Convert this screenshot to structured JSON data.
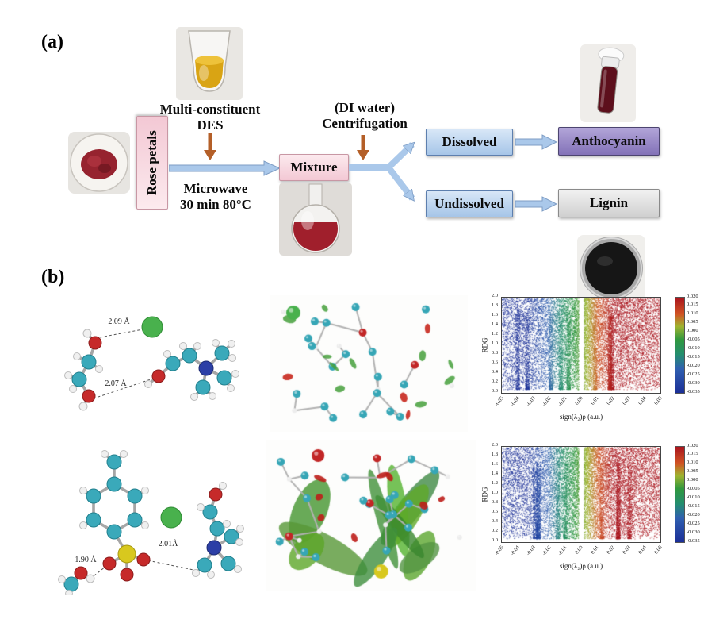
{
  "figure": {
    "panel_a_label": "(a)",
    "panel_b_label": "(b)"
  },
  "flow": {
    "rose_petals": "Rose petals",
    "des_line1": "Multi-constituent",
    "des_line2": "DES",
    "microwave_line1": "Microwave",
    "microwave_line2": "30 min 80°C",
    "mixture": "Mixture",
    "centrifuge_line1": "(DI water)",
    "centrifuge_line2": "Centrifugation",
    "dissolved": "Dissolved",
    "undissolved": "Undissolved",
    "anthocyanin": "Anthocyanin",
    "lignin": "Lignin"
  },
  "panel_b": {
    "mol_top": {
      "d1": "2.09 Å",
      "d2": "2.07 Å"
    },
    "mol_bottom": {
      "d1": "2.01Å",
      "d2": "1.90 Å"
    }
  },
  "colors": {
    "flow_arrow": "#aac8ea",
    "process_arrow": "#b45f28",
    "rose_box_pink": "#f3c8d4",
    "dissolved_box_blue": "#a6c5e8",
    "anthocyanin_box_purple": "#8372b8",
    "lignin_box_gray": "#d0d0d0",
    "carbon": "#3aa9ba",
    "oxygen": "#c62a2a",
    "nitrogen": "#2c3fa6",
    "chlorine": "#49b14d",
    "sulfur": "#d8c81e"
  },
  "chart_data": [
    {
      "type": "scatter",
      "panel": "top",
      "title": "",
      "xlabel": "sign(λ₂)ρ (a.u.)",
      "ylabel": "RDG",
      "xlim": [
        -0.05,
        0.05
      ],
      "ylim": [
        0.0,
        2.0
      ],
      "x_tick_labels": [
        "-0.05",
        "-0.04",
        "-0.03",
        "-0.02",
        "-0.01",
        "0.00",
        "0.01",
        "0.02",
        "0.03",
        "0.04",
        "0.05"
      ],
      "y_tick_labels": [
        "0.0",
        "0.2",
        "0.4",
        "0.6",
        "0.8",
        "1.0",
        "1.2",
        "1.4",
        "1.6",
        "1.8",
        "2.0"
      ],
      "colorbar": {
        "min": -0.035,
        "max": 0.02,
        "tick_labels": [
          "0.020",
          "0.015",
          "0.010",
          "0.005",
          "0.000",
          "-0.005",
          "-0.010",
          "-0.015",
          "-0.020",
          "-0.025",
          "-0.030",
          "-0.035"
        ]
      },
      "legend_position": "colorbar-right",
      "grid": false,
      "description": "NCI reduced-density-gradient scatter for choline chloride / ethylene glycol DES cluster: dense point cloud from RDG 0–2, blue points at negative sign(λ₂)ρ (attractive H-bonds), green near 0 (van der Waals), red at positive values (repulsion); narrow empty strip at ρ ≈ 0 with downward spikes at interaction densities."
    },
    {
      "type": "scatter",
      "panel": "bottom",
      "title": "",
      "xlabel": "sign(λ₂)ρ (a.u.)",
      "ylabel": "RDG",
      "xlim": [
        -0.05,
        0.05
      ],
      "ylim": [
        0.0,
        2.0
      ],
      "x_tick_labels": [
        "-0.05",
        "-0.04",
        "-0.03",
        "-0.02",
        "-0.01",
        "0.00",
        "0.01",
        "0.02",
        "0.03",
        "0.04",
        "0.05"
      ],
      "y_tick_labels": [
        "0.0",
        "0.2",
        "0.4",
        "0.6",
        "0.8",
        "1.0",
        "1.2",
        "1.4",
        "1.6",
        "1.8",
        "2.0"
      ],
      "colorbar": {
        "min": -0.035,
        "max": 0.02,
        "tick_labels": [
          "0.020",
          "0.015",
          "0.010",
          "0.005",
          "0.000",
          "-0.005",
          "-0.010",
          "-0.015",
          "-0.020",
          "-0.025",
          "-0.030",
          "-0.035"
        ]
      },
      "legend_position": "colorbar-right",
      "grid": false,
      "description": "NCI reduced-density-gradient scatter for choline p-toluenesulfonate cluster with anthocyanin: same axes and color mapping as top panel, denser low-RDG spike structure."
    }
  ]
}
